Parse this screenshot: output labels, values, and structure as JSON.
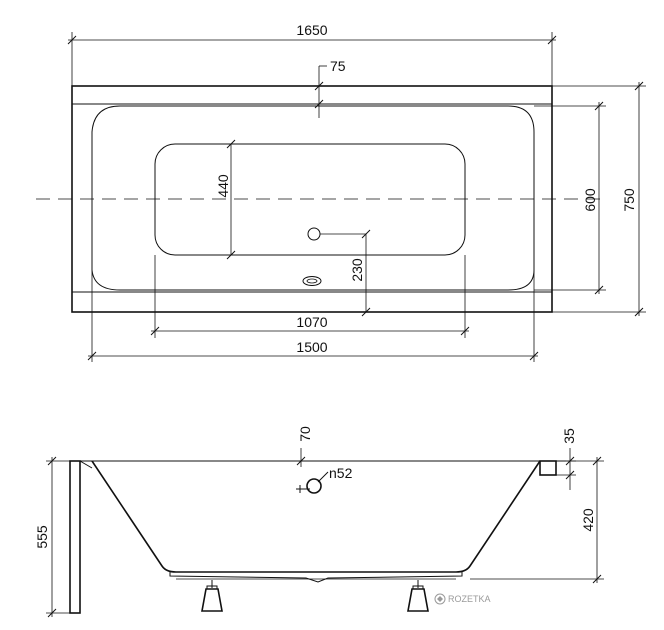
{
  "plan_view": {
    "dim_overall_length": "1650",
    "dim_rim_width": "75",
    "dim_inner_depth_height": "440",
    "dim_inner_width": "600",
    "dim_overall_width": "750",
    "dim_drain_offset": "230",
    "dim_bottom_length": "1070",
    "dim_inner_length": "1500"
  },
  "side_view": {
    "dim_drain_depth": "70",
    "dim_rim_thickness": "35",
    "dim_drain_diameter": "n52",
    "dim_total_height": "555",
    "dim_tub_depth": "420"
  },
  "watermark": {
    "brand": "ROZETKA"
  },
  "colors": {
    "line": "#111111",
    "watermark": "#9a9a9a",
    "background": "#ffffff"
  }
}
